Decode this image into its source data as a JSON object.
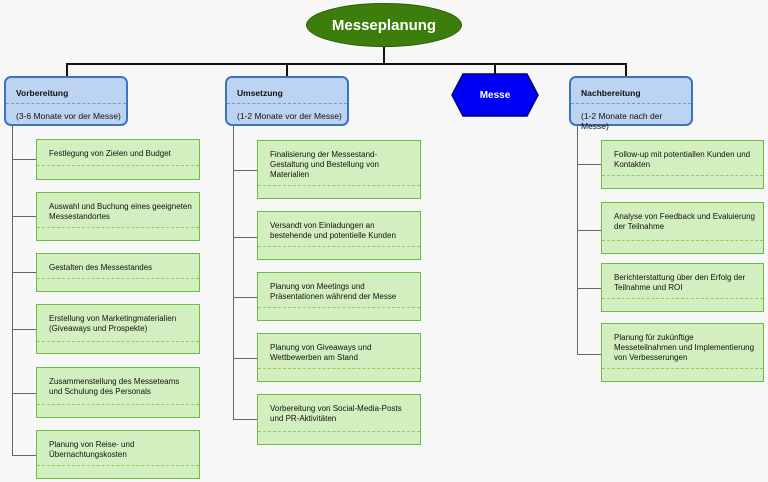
{
  "title": "Messeplanung",
  "phases": [
    {
      "title": "Vorbereitung",
      "subtitle": "(3-6 Monate vor der Messe)"
    },
    {
      "title": "Umsetzung",
      "subtitle": "(1-2 Monate vor der Messe)"
    },
    {
      "title": "Messe"
    },
    {
      "title": "Nachbereitung",
      "subtitle": "(1-2 Monate nach der Messe)"
    }
  ],
  "tasks": {
    "vorbereitung": [
      "Festlegung von Zielen und Budget",
      "Auswahl und Buchung eines geeigneten Messestandortes",
      "Gestalten des Messestandes",
      "Erstellung von Marketingmaterialien (Giveaways und Prospekte)",
      "Zusammenstellung des Messeteams und Schulung des Personals",
      "Planung von Reise- und Übernachtungskosten"
    ],
    "umsetzung": [
      "Finalisierung der Messestand-Gestaltung und Bestellung von Materialien",
      "Versandt von Einladungen an bestehende und potentielle Kunden",
      "Planung von Meetings und Präsentationen während der Messe",
      "Planung von Giveaways und Wettbewerben am Stand",
      "Vorbereitung von Social-Media-Posts und PR-Aktivitäten"
    ],
    "nachbereitung": [
      "Follow-up mit potentiallen Kunden und Kontakten",
      "Analyse von Feedback und Evaluierung der Teilnahme",
      "Berichterstattung über den Erfolg der Teilnahme und ROI",
      "Planung für zukünftige Messeteilnahmen und Implementierung von Verbesserungen"
    ]
  },
  "colors": {
    "root": "#3d7d0c",
    "phase_fill": "#bcd4f1",
    "phase_border": "#3c74bf",
    "event_fill": "#0000f5",
    "task_fill": "#d4efbf",
    "task_border": "#6cbd45"
  }
}
